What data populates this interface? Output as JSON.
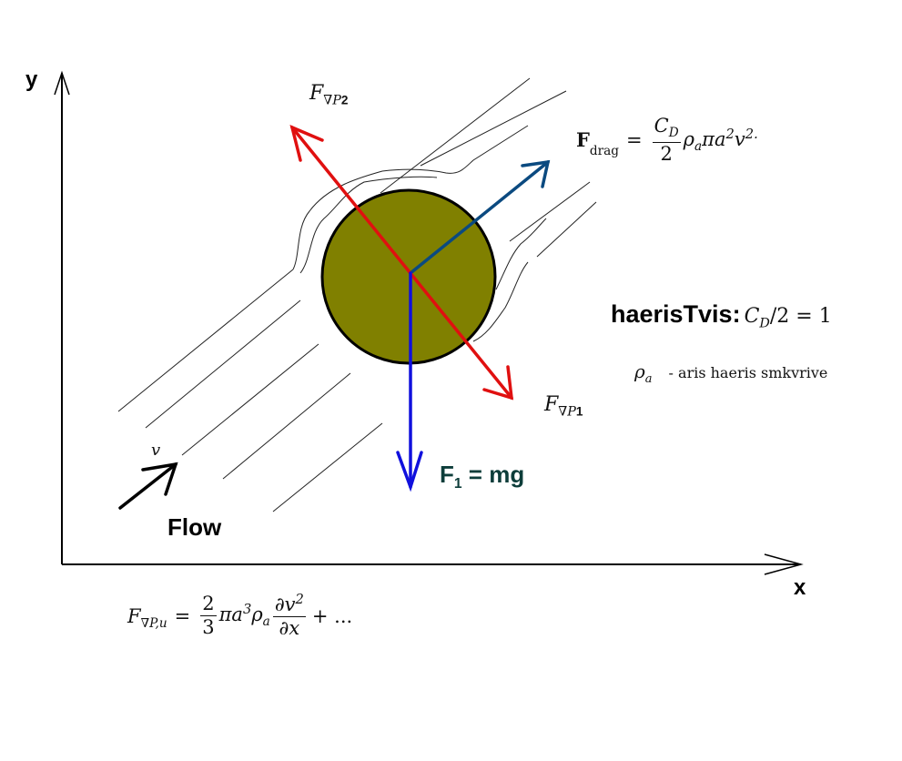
{
  "axes": {
    "x_label": "x",
    "y_label": "y"
  },
  "labels": {
    "f_grad_p2": {
      "base": "F",
      "sub_math": "∇P",
      "sub_num": "2"
    },
    "f_grad_p1": {
      "base": "F",
      "sub_math": "∇P",
      "sub_num": "1"
    },
    "f_drag": {
      "lhs": "F",
      "lhs_sub": "drag",
      "eq": "=",
      "num": "C",
      "num_sub": "D",
      "den": "2",
      "rest": "ρ",
      "rest_sub": "a",
      "rest2": "πa",
      "sup1": "2",
      "rest3": "v",
      "sup2": "2."
    },
    "f_gravity": {
      "base": "F",
      "sub": "1",
      "rhs": " = mg"
    },
    "flow": "Flow",
    "velocity": "v",
    "note_title": "haerisTvis:",
    "note_formula": "C",
    "note_formula_sub": "D",
    "note_formula_rest": "/2 = 1",
    "rho_symbol": "ρ",
    "rho_sub": "a",
    "rho_desc": "- aris haeris smkvrive",
    "bottom_formula": {
      "lhs": "F",
      "lhs_sub": "∇P,u",
      "eq": "=",
      "frac1_num": "2",
      "frac1_den": "3",
      "mid": "πa",
      "mid_sup": "3",
      "mid2": "ρ",
      "mid2_sub": "a",
      "frac2_num": "∂v",
      "frac2_num_sup": "2",
      "frac2_den": "∂x",
      "tail": "+ ..."
    }
  },
  "colors": {
    "particle_fill": "#808000",
    "drag_arrow": "#0b4a80",
    "pressure_arrow": "#e01010",
    "gravity_arrow": "#1010dd",
    "gravity_label": "#0d3d3a",
    "flow_arrow": "#000000"
  }
}
